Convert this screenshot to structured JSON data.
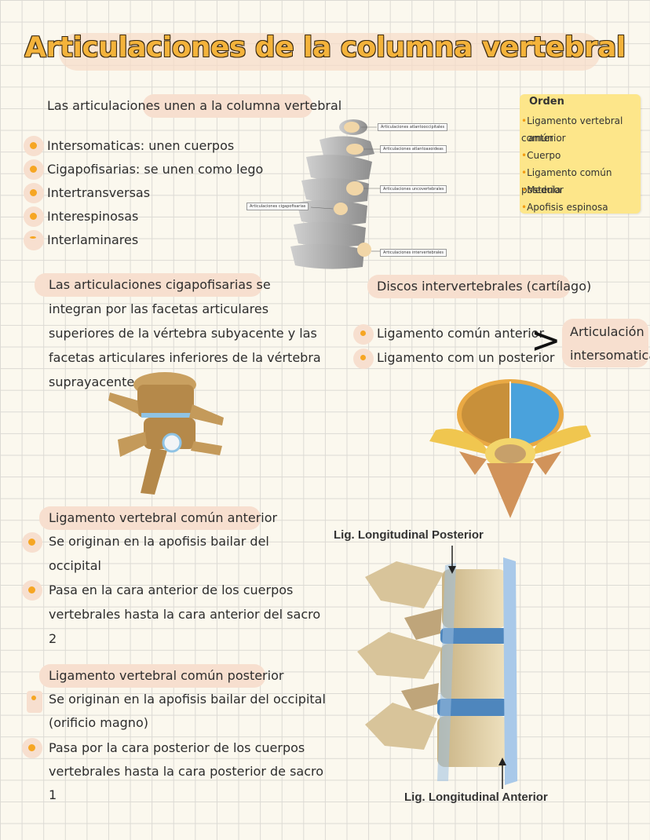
{
  "title": "Articulaciones de la columna vertebral",
  "intro": "Las articulaciones unen a la columna vertebral",
  "types": [
    "Intersomaticas: unen cuerpos",
    "Cigapofisarias: se unen como lego",
    "Intertransversas",
    "Interespinosas",
    "Interlaminares"
  ],
  "spine_labels": [
    "Articulaciones atlantooccipitales",
    "Articulaciones atlantoaxoideas",
    "Articulaciones uncovertebrales",
    "Articulaciones cigapofisarias",
    "Articulaciones intervertebrales"
  ],
  "orden": {
    "title": "Orden",
    "items": [
      "Ligamento vertebral común",
      "anterior",
      "Cuerpo",
      "Ligamento común posterior",
      "Medula",
      "Apofisis espinosa"
    ]
  },
  "cigapo": [
    "Las articulaciones cigapofisarias se",
    "integran por las facetas articulares",
    "superiores de la vértebra subyacente y las",
    "facetas articulares inferiores de la vértebra",
    "suprayacente"
  ],
  "discos": {
    "title": "Discos intervertebrales (cartílago)",
    "items": [
      "Ligamento común anterior",
      "Ligamento com un posterior"
    ],
    "bracket": ">",
    "result": [
      "Articulación",
      "intersomatica"
    ]
  },
  "anterior": {
    "title": "Ligamento vertebral común anterior",
    "lines": [
      "Se originan en la apofisis bailar del",
      "occipital",
      "Pasa en la cara anterior de los cuerpos",
      "vertebrales hasta la cara anterior del sacro",
      "2"
    ]
  },
  "posterior": {
    "title": "Ligamento vertebral común posterior",
    "lines": [
      "Se originan en la apofisis bailar del occipital",
      "(orificio magno)",
      "Pasa por la cara posterior de los cuerpos",
      "vertebrales hasta la cara posterior de sacro",
      "1"
    ]
  },
  "lig_labels": {
    "posterior": "Lig. Longitudinal Posterior",
    "anterior": "Lig. Longitudinal Anterior"
  }
}
